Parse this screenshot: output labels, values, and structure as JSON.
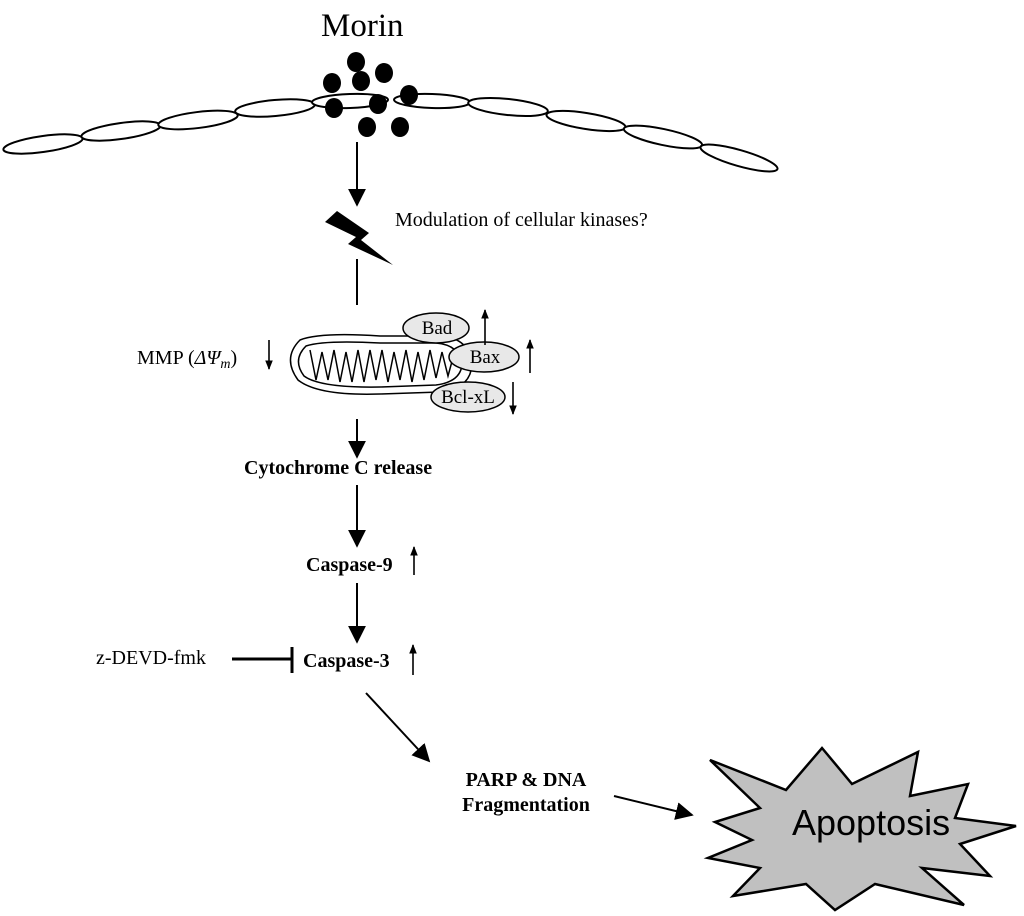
{
  "diagram": {
    "title": "Morin",
    "kinase_label": "Modulation of cellular kinases?",
    "mmp_label": "MMP (",
    "mmp_symbol": "ΔΨ",
    "mmp_subscript": "m",
    "mmp_close": ")",
    "proteins": [
      {
        "name": "Bad",
        "change": "up"
      },
      {
        "name": "Bax",
        "change": "up"
      },
      {
        "name": "Bcl-xL",
        "change": "down"
      }
    ],
    "cytochrome_label": "Cytochrome C release",
    "caspase9_label": "Caspase-9",
    "caspase3_label": "Caspase-3",
    "inhibitor_label": "z-DEVD-fmk",
    "parp_label_line1": "PARP & DNA",
    "parp_label_line2": "Fragmentation",
    "apoptosis_label": "Apoptosis",
    "colors": {
      "stroke": "#000000",
      "apoptosis_fill": "#c0c0c0",
      "oval_fill": "#e8e8e8"
    }
  }
}
